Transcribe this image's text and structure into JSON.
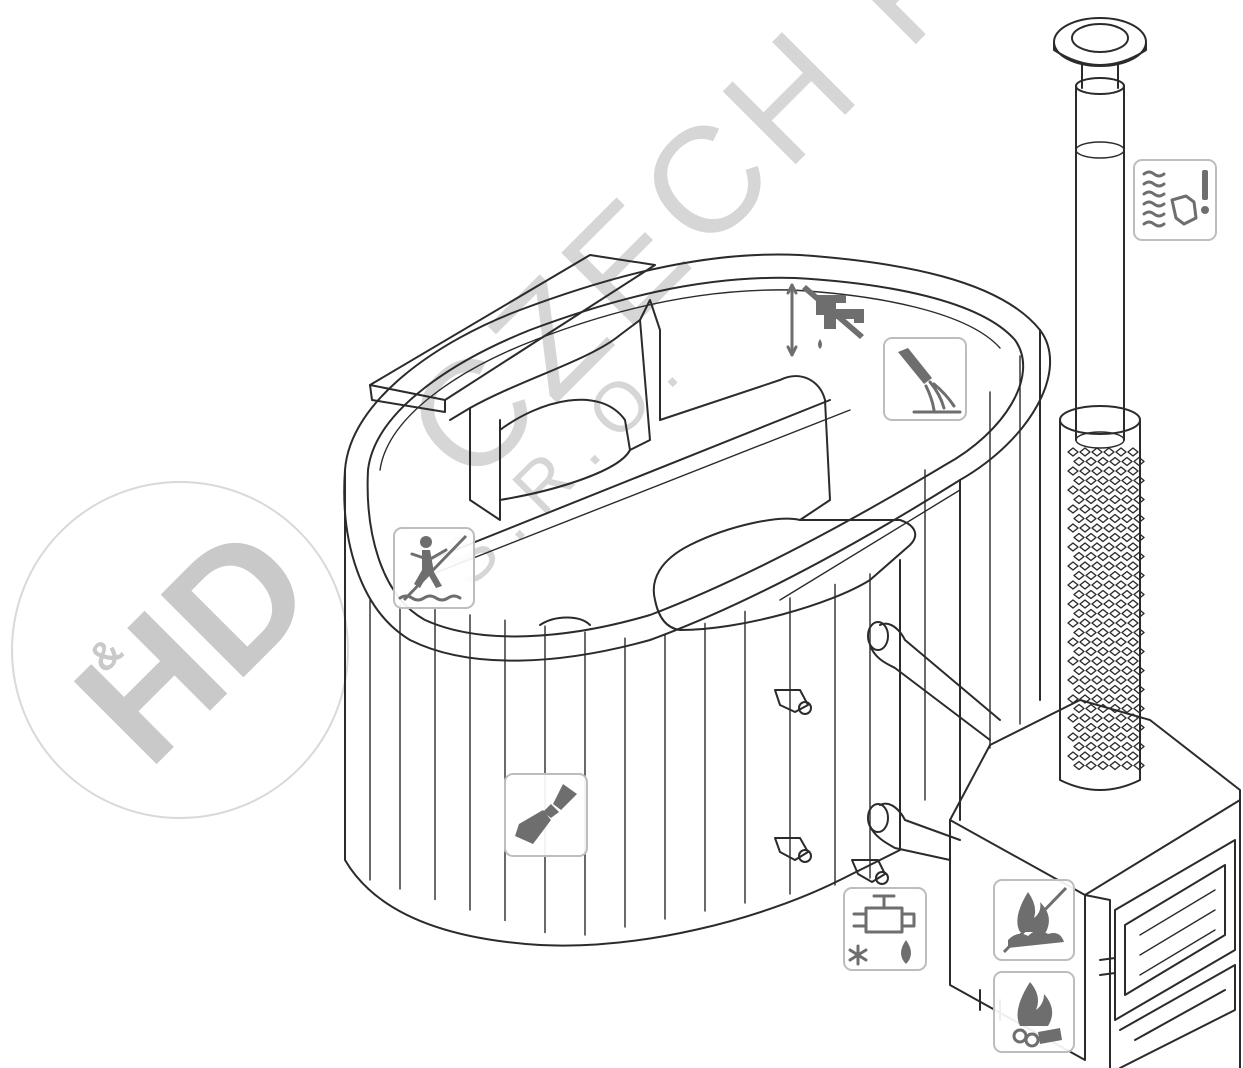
{
  "watermark": {
    "logo_text": "HD",
    "logo_small": "&",
    "company_text": "CZECH RE",
    "suffix_text": "S.R.O."
  },
  "colors": {
    "line": "#2b2b2b",
    "watermark": "#d6d6d6",
    "sign_ink": "#6e6e6e",
    "sign_frame": "#bdbdbd"
  },
  "signs": [
    {
      "name": "no-flammable-near-chimney-sign",
      "icon": "hot-surface-warning-icon"
    },
    {
      "name": "water-level-tap-sign",
      "icon": "water-tap-icon"
    },
    {
      "name": "hose-fill-sign",
      "icon": "hose-icon"
    },
    {
      "name": "child-supervision-sign",
      "icon": "no-child-diving-icon"
    },
    {
      "name": "paint-maintenance-sign",
      "icon": "paintbrush-icon"
    },
    {
      "name": "drain-before-frost-sign",
      "icon": "drain-valve-frost-icon"
    },
    {
      "name": "no-coal-fuel-sign",
      "icon": "no-coal-icon"
    },
    {
      "name": "wood-fuel-sign",
      "icon": "wood-fire-icon"
    }
  ]
}
